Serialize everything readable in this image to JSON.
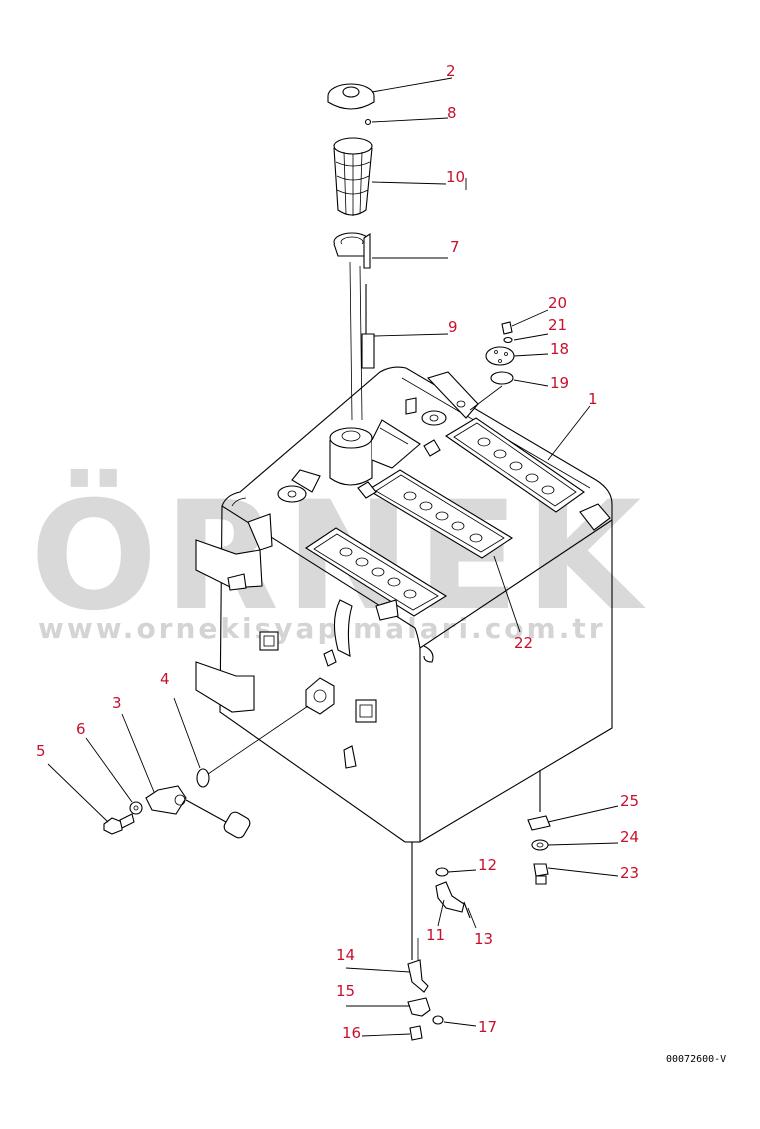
{
  "watermark": {
    "brand": "ÖRNEK",
    "url": "www.ornekisyapimalari.com.tr",
    "accent_color": "#f2c12e"
  },
  "drawing_code": "00072600-V",
  "callouts": [
    {
      "id": "c2",
      "number": "2"
    },
    {
      "id": "c8",
      "number": "8"
    },
    {
      "id": "c10",
      "number": "10"
    },
    {
      "id": "c7",
      "number": "7"
    },
    {
      "id": "c9",
      "number": "9"
    },
    {
      "id": "c20",
      "number": "20"
    },
    {
      "id": "c21",
      "number": "21"
    },
    {
      "id": "c18",
      "number": "18"
    },
    {
      "id": "c19",
      "number": "19"
    },
    {
      "id": "c1",
      "number": "1"
    },
    {
      "id": "c22",
      "number": "22"
    },
    {
      "id": "c4",
      "number": "4"
    },
    {
      "id": "c3",
      "number": "3"
    },
    {
      "id": "c6",
      "number": "6"
    },
    {
      "id": "c5",
      "number": "5"
    },
    {
      "id": "c25",
      "number": "25"
    },
    {
      "id": "c24",
      "number": "24"
    },
    {
      "id": "c23",
      "number": "23"
    },
    {
      "id": "c12",
      "number": "12"
    },
    {
      "id": "c11",
      "number": "11"
    },
    {
      "id": "c13",
      "number": "13"
    },
    {
      "id": "c14",
      "number": "14"
    },
    {
      "id": "c15",
      "number": "15"
    },
    {
      "id": "c16",
      "number": "16"
    },
    {
      "id": "c17",
      "number": "17"
    }
  ]
}
